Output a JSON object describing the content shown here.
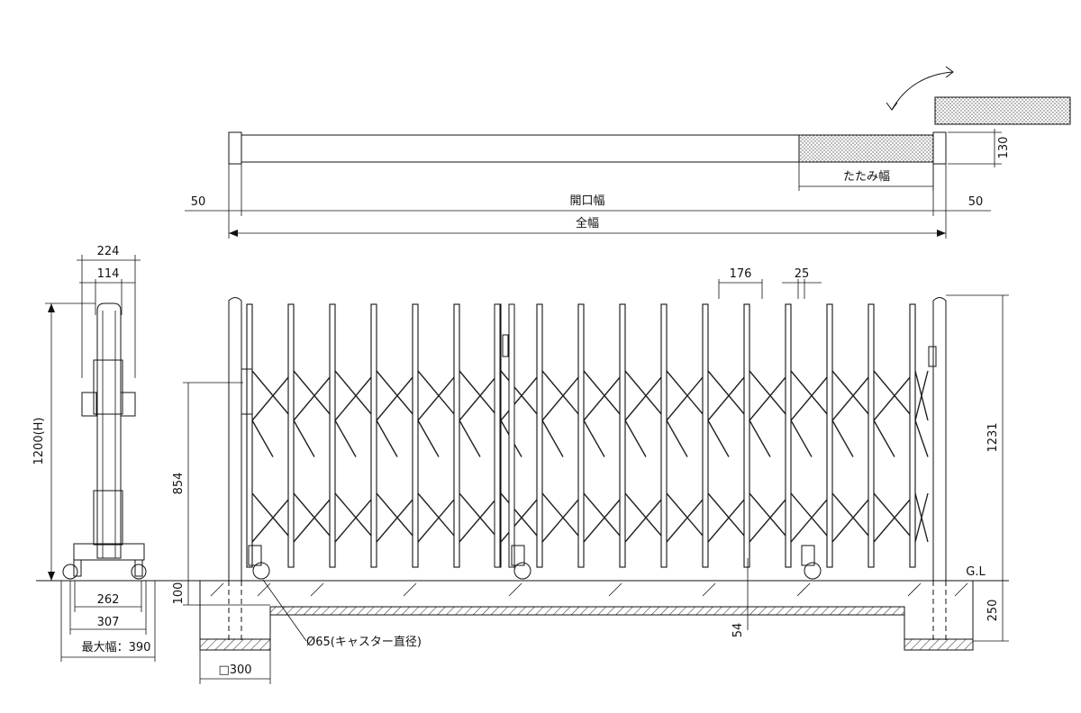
{
  "plan": {
    "folding_width_label": "たたみ幅",
    "opening_width_label": "開口幅",
    "total_width_label": "全幅",
    "left_margin_value": "50",
    "right_margin_value": "50",
    "depth_value": "130"
  },
  "side_view": {
    "width_top_value": "224",
    "width_inner_value": "114",
    "height_label": "1200(H)",
    "base_inner_value": "262",
    "base_outer_value": "307",
    "max_width_label": "最大幅：390"
  },
  "front_view": {
    "pitch_value": "176",
    "bar_width_value": "25",
    "handle_height_value": "854",
    "total_height_value": "1231",
    "ground_label": "G.L",
    "embed_depth_value": "100",
    "foundation_depth_value": "250",
    "rail_depth_value": "54",
    "caster_label": "Ø65(キャスター直径)",
    "post_footing_label": "□300"
  }
}
